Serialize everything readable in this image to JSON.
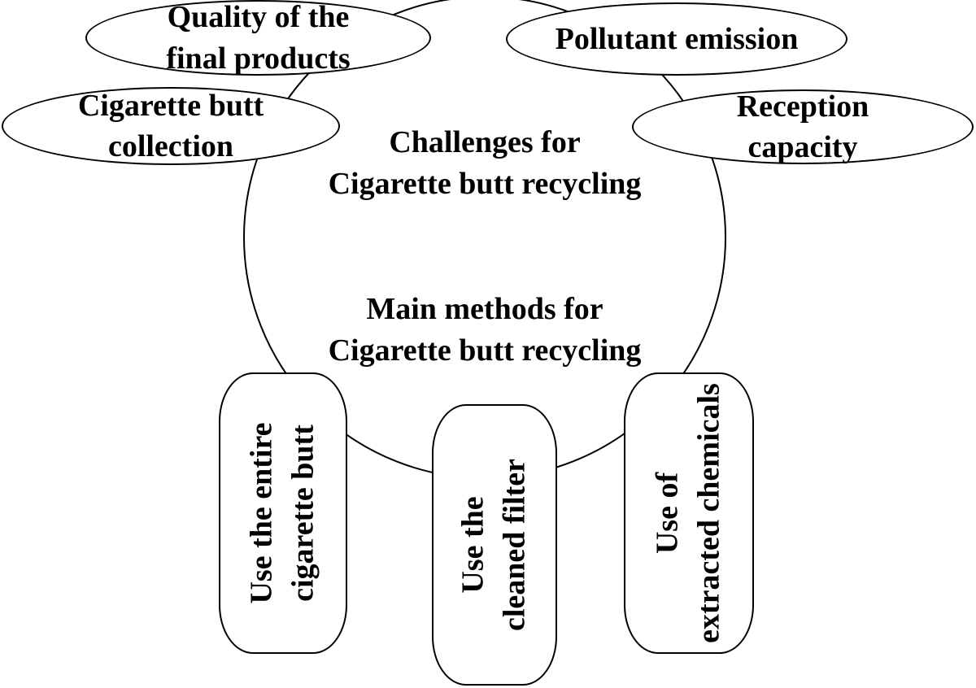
{
  "diagram": {
    "center": {
      "challenges_title_line1": "Challenges for",
      "challenges_title_line2": "Cigarette butt recycling",
      "methods_title_line1": "Main methods for",
      "methods_title_line2": "Cigarette butt recycling"
    },
    "challenges": [
      {
        "line1": "Quality of the",
        "line2": "final products"
      },
      {
        "line1": "Pollutant emission",
        "line2": ""
      },
      {
        "line1": "Cigarette butt",
        "line2": "collection"
      },
      {
        "line1": "Reception",
        "line2": "capacity"
      }
    ],
    "methods": [
      {
        "line1": "Use the entire",
        "line2": "cigarette butt"
      },
      {
        "line1": "Use the",
        "line2": "cleaned filter"
      },
      {
        "line1": "Use of",
        "line2": "extracted chemicals"
      }
    ]
  }
}
